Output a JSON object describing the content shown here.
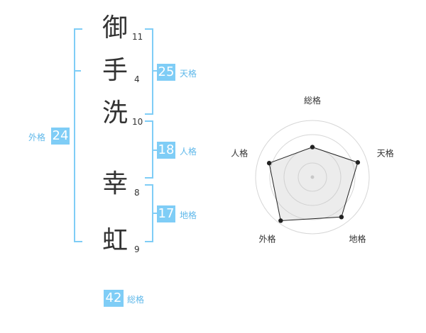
{
  "name": {
    "chars": [
      {
        "char": "御",
        "strokes": "11"
      },
      {
        "char": "手",
        "strokes": "4"
      },
      {
        "char": "洗",
        "strokes": "10"
      },
      {
        "char": "幸",
        "strokes": "8"
      },
      {
        "char": "虹",
        "strokes": "9"
      }
    ]
  },
  "fortunes": {
    "tenkaku": {
      "value": "25",
      "label": "天格"
    },
    "jinkaku": {
      "value": "18",
      "label": "人格"
    },
    "chikaku": {
      "value": "17",
      "label": "地格"
    },
    "gaikaku": {
      "value": "24",
      "label": "外格"
    },
    "soukaku": {
      "value": "42",
      "label": "総格"
    }
  },
  "colors": {
    "accent": "#7fcdf6",
    "label_text": "#5fb8ea",
    "text": "#333333"
  },
  "chart_data": {
    "type": "radar",
    "axes": [
      "総格",
      "天格",
      "地格",
      "外格",
      "人格"
    ],
    "values": [
      0.53,
      0.84,
      0.87,
      0.95,
      0.8
    ],
    "range": [
      0,
      1
    ],
    "rings": 4
  }
}
